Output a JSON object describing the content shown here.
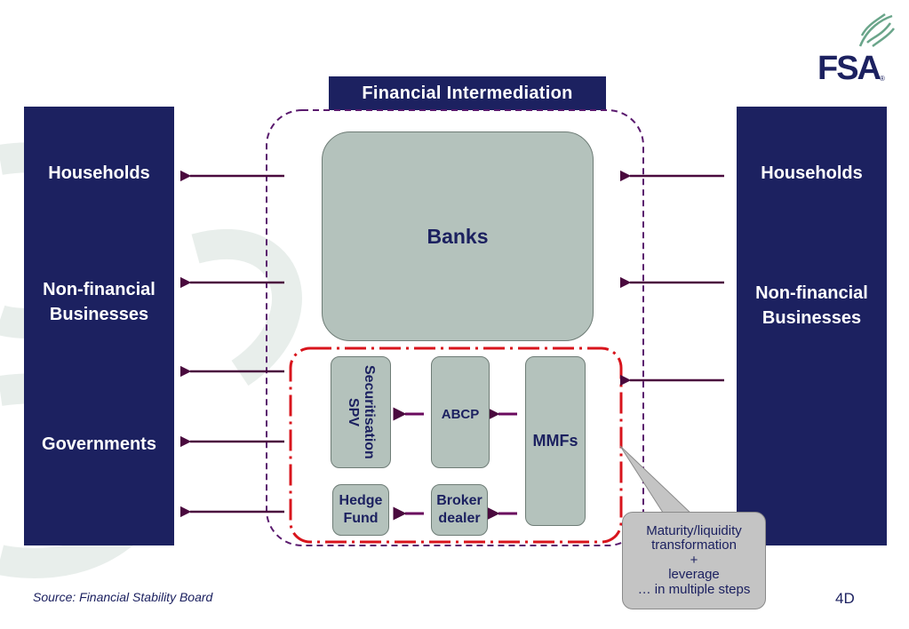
{
  "title": "Financial  Intermediation",
  "left_panel": {
    "items": [
      "Households",
      "Non-financial Businesses",
      "Governments"
    ]
  },
  "right_panel": {
    "items": [
      "Households",
      "Non-financial Businesses"
    ]
  },
  "entities": {
    "banks": "Banks",
    "securitisation_spv": "Securitisation SPV",
    "abcp": "ABCP",
    "mmfs": "MMFs",
    "hedge_fund": "Hedge Fund",
    "broker_dealer": "Broker dealer"
  },
  "callout": "Maturity/liquidity transformation\n+\nleverage\n… in multiple steps",
  "source": "Source: Financial Stability Board",
  "slide_number": "4D",
  "logo": {
    "text": "FSA",
    "mark": "®"
  },
  "colors": {
    "navy": "#1c2160",
    "box_fill": "#b4c2bc",
    "arrow": "#4a0a3e",
    "dashed_outer": "#5a1a6e",
    "dashed_inner": "#d8141c",
    "callout_fill": "#c4c4c4",
    "watermark": "#e6ece9",
    "logo_leaf": "#6aa58a"
  }
}
